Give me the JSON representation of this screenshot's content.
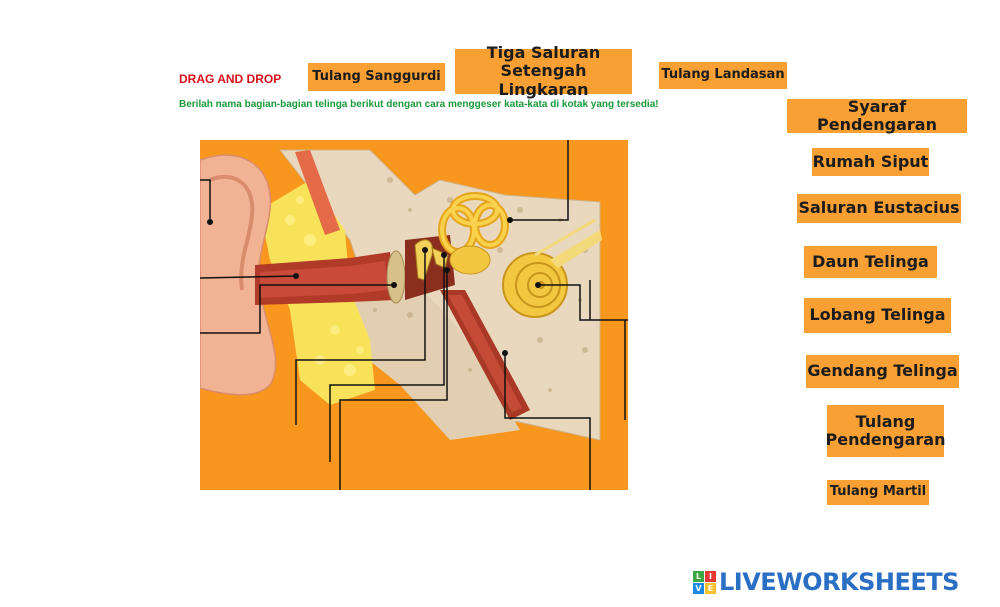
{
  "header": {
    "title": "DRAG AND DROP",
    "instruction": "Berilah nama bagian-bagian telinga berikut dengan cara menggeser kata-kata di kotak yang tersedia!"
  },
  "tags": {
    "tulang_sanggurdi": "Tulang Sanggurdi",
    "tiga_saluran_line1": "Tiga Saluran",
    "tiga_saluran_line2": "Setengah Lingkaran",
    "tulang_landasan": "Tulang Landasan",
    "syaraf_pendengaran": "Syaraf Pendengaran",
    "rumah_siput": "Rumah Siput",
    "saluran_eustacius": "Saluran Eustacius",
    "daun_telinga": "Daun Telinga",
    "lobang_telinga": "Lobang Telinga",
    "gendang_telinga": "Gendang Telinga",
    "tulang_pendengaran_line1": "Tulang",
    "tulang_pendengaran_line2": "Pendengaran",
    "tulang_martil": "Tulang Martil"
  },
  "logo": {
    "text": "LIVEWORKSHEETS",
    "grid_letters": [
      "L",
      "I",
      "V",
      "E"
    ],
    "grid_colors": [
      "#3aa63f",
      "#e53935",
      "#1e88e5",
      "#fbc02d"
    ],
    "text_color": "#2a6fc4"
  },
  "colors": {
    "title": "#d6101a",
    "instruction": "#1a9a3a",
    "tag_bg": "#f9a035",
    "diagram_bg": "#f9961d"
  }
}
